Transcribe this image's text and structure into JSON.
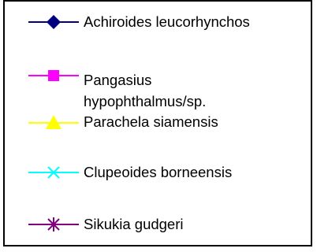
{
  "chart_data": {
    "type": "line",
    "legend": {
      "placement": "standalone",
      "entries": [
        {
          "label": "Achiroides leucorhynchos",
          "color": "#000080",
          "marker": "diamond"
        },
        {
          "label": "Pangasius hypophthalmus/sp.",
          "label_lines": [
            "Pangasius",
            "hypophthalmus/sp."
          ],
          "color": "#FF00FF",
          "marker": "square"
        },
        {
          "label": "Parachela siamensis",
          "color": "#FFFF00",
          "marker": "triangle"
        },
        {
          "label": "Clupeoides borneensis",
          "color": "#00FFFF",
          "marker": "x"
        },
        {
          "label": "Sikukia gudgeri",
          "color": "#800080",
          "marker": "asterisk"
        }
      ]
    }
  }
}
